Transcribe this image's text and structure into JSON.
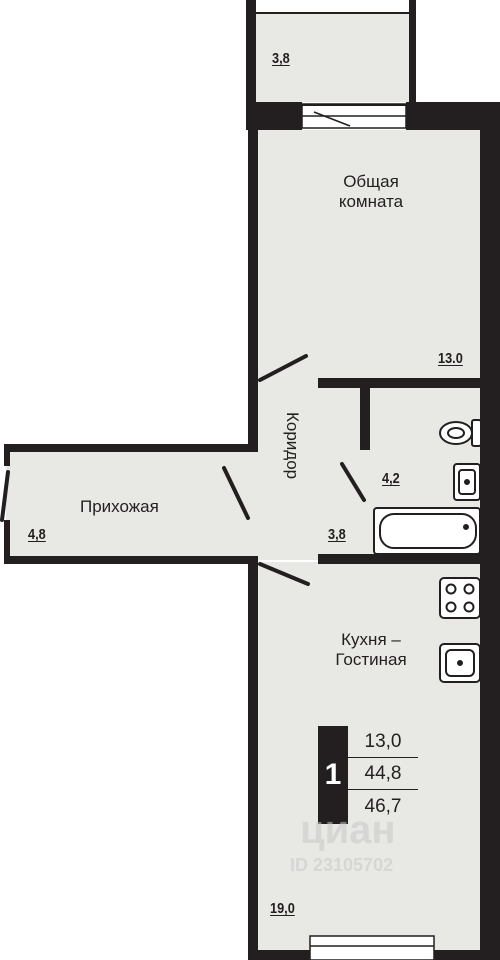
{
  "rooms": {
    "balcony": {
      "area": "3,8"
    },
    "living_room": {
      "name_line1": "Общая",
      "name_line2": "комната",
      "area": "13.0"
    },
    "corridor": {
      "name": "Коридор",
      "area": "3,8"
    },
    "bathroom": {
      "area": "4,2"
    },
    "hallway": {
      "name": "Прихожая",
      "area": "4,8"
    },
    "kitchen": {
      "name_line1": "Кухня –",
      "name_line2": "Гостиная",
      "area": "19,0"
    }
  },
  "summary": {
    "rooms_count": "1",
    "living_area": "13,0",
    "total_area": "44,8",
    "total_area_with_balcony": "46,7"
  },
  "watermark": {
    "brand": "циан",
    "id": "ID 23105702"
  },
  "colors": {
    "wall": "#231f20",
    "floor": "#e8e9e4",
    "fixture": "#231f20"
  }
}
